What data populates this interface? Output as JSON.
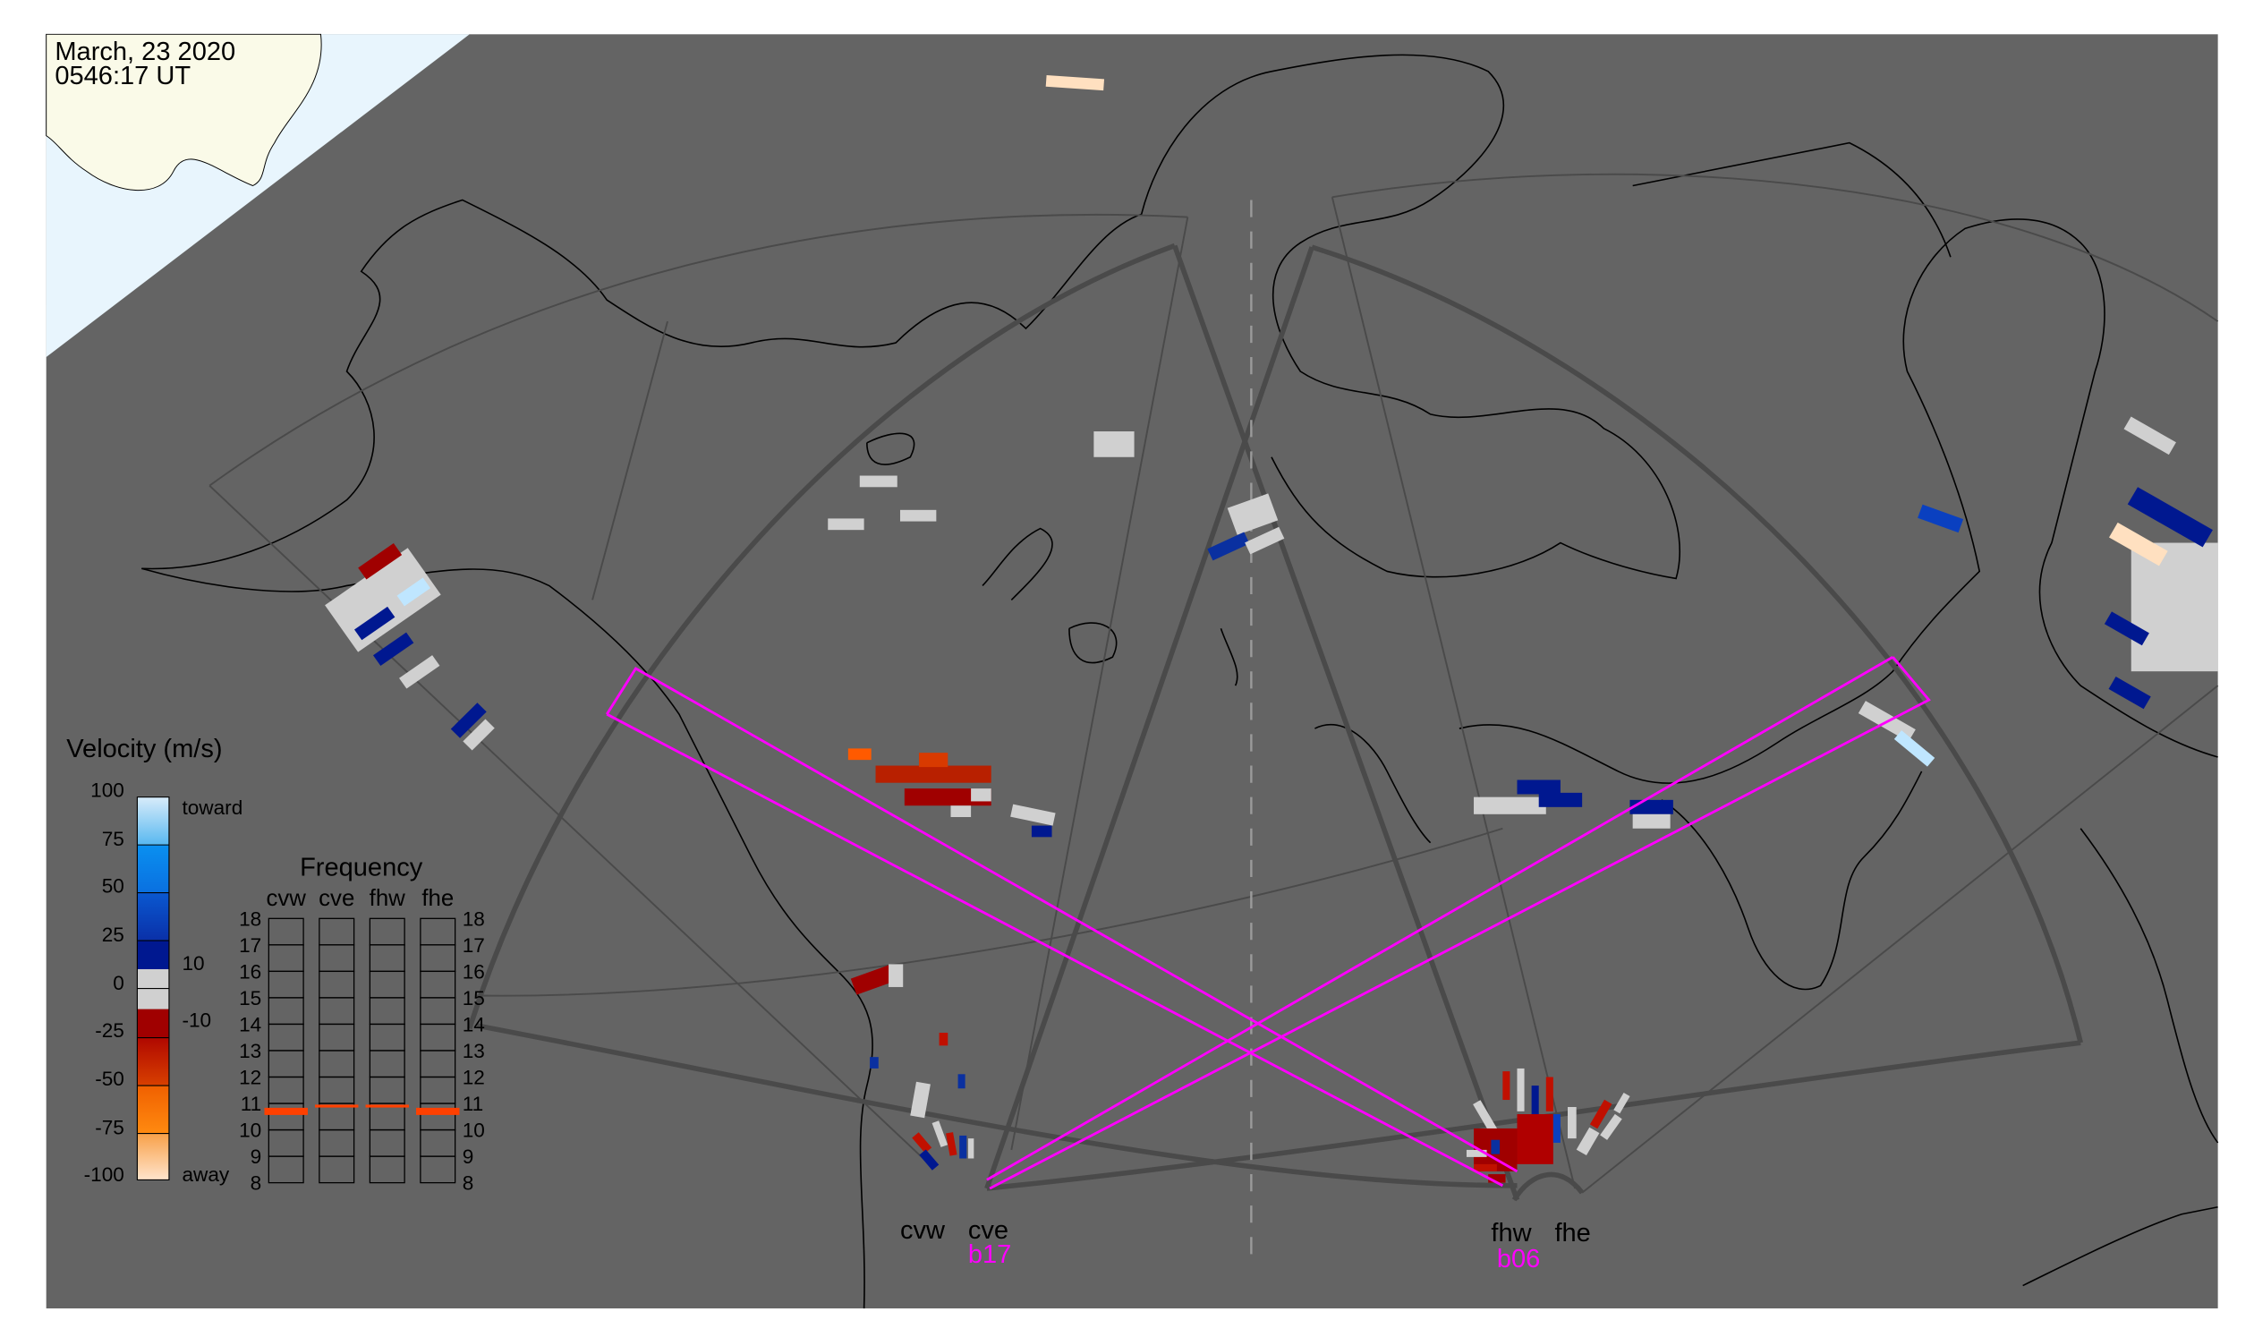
{
  "header": {
    "date": "March, 23 2020",
    "time": "0546:17 UT"
  },
  "colors": {
    "map_bg": "#646464",
    "beam": "#ff00ff",
    "fov": "#4a4a4a",
    "freq_mark": "#ff4000",
    "land_polar": "#fafae8",
    "ocean_polar": "#e8f5fd"
  },
  "velocity_legend": {
    "title": "Velocity (m/s)",
    "ticks": [
      "100",
      "75",
      "50",
      "25",
      "0",
      "-25",
      "-50",
      "-75",
      "-100"
    ],
    "toward_label": "toward",
    "away_label": "away",
    "threshold_pos": "10",
    "threshold_neg": "-10"
  },
  "frequency_legend": {
    "title": "Frequency",
    "columns": [
      "cvw",
      "cve",
      "fhw",
      "fhe"
    ],
    "ticks": [
      "18",
      "17",
      "16",
      "15",
      "14",
      "13",
      "12",
      "11",
      "10",
      "9",
      "8"
    ],
    "values_mhz": [
      10.7,
      10.9,
      10.9,
      10.7
    ]
  },
  "radars": {
    "west_pair": {
      "left": "cvw",
      "right": "cve",
      "beam": "b17"
    },
    "east_pair": {
      "left": "fhw",
      "right": "fhe",
      "beam": "b06"
    }
  }
}
